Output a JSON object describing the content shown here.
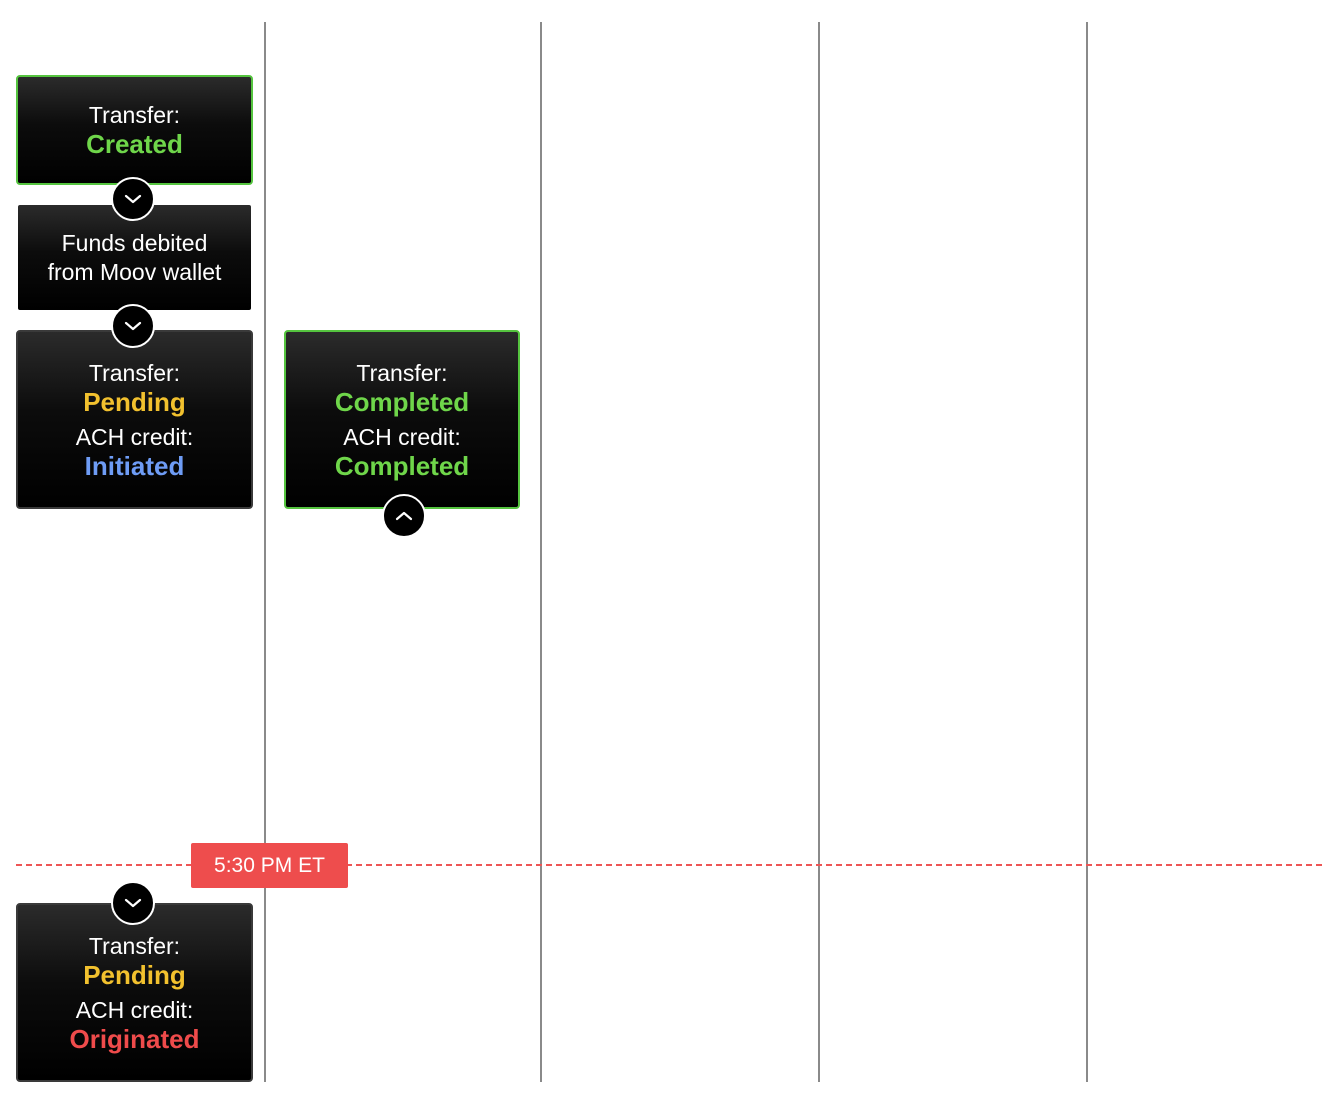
{
  "cutoff": {
    "label": "5:30 PM ET",
    "color": "#ee4d4d"
  },
  "cards": {
    "created": {
      "label": "Transfer:",
      "status": "Created"
    },
    "debited": {
      "line1": "Funds debited",
      "line2": "from Moov wallet"
    },
    "pending1": {
      "label": "Transfer:",
      "status": "Pending",
      "label2": "ACH credit:",
      "status2": "Initiated"
    },
    "completed": {
      "label": "Transfer:",
      "status": "Completed",
      "label2": "ACH credit:",
      "status2": "Completed"
    },
    "pending2": {
      "label": "Transfer:",
      "status": "Pending",
      "label2": "ACH credit:",
      "status2": "Originated"
    }
  },
  "icons": {
    "down": "chevron-down-icon",
    "up": "chevron-up-icon"
  },
  "colors": {
    "created": "#6fd64a",
    "pending": "#f2c12e",
    "initiated": "#6e9cf5",
    "completed": "#6fd64a",
    "originated": "#ef4b4b"
  }
}
